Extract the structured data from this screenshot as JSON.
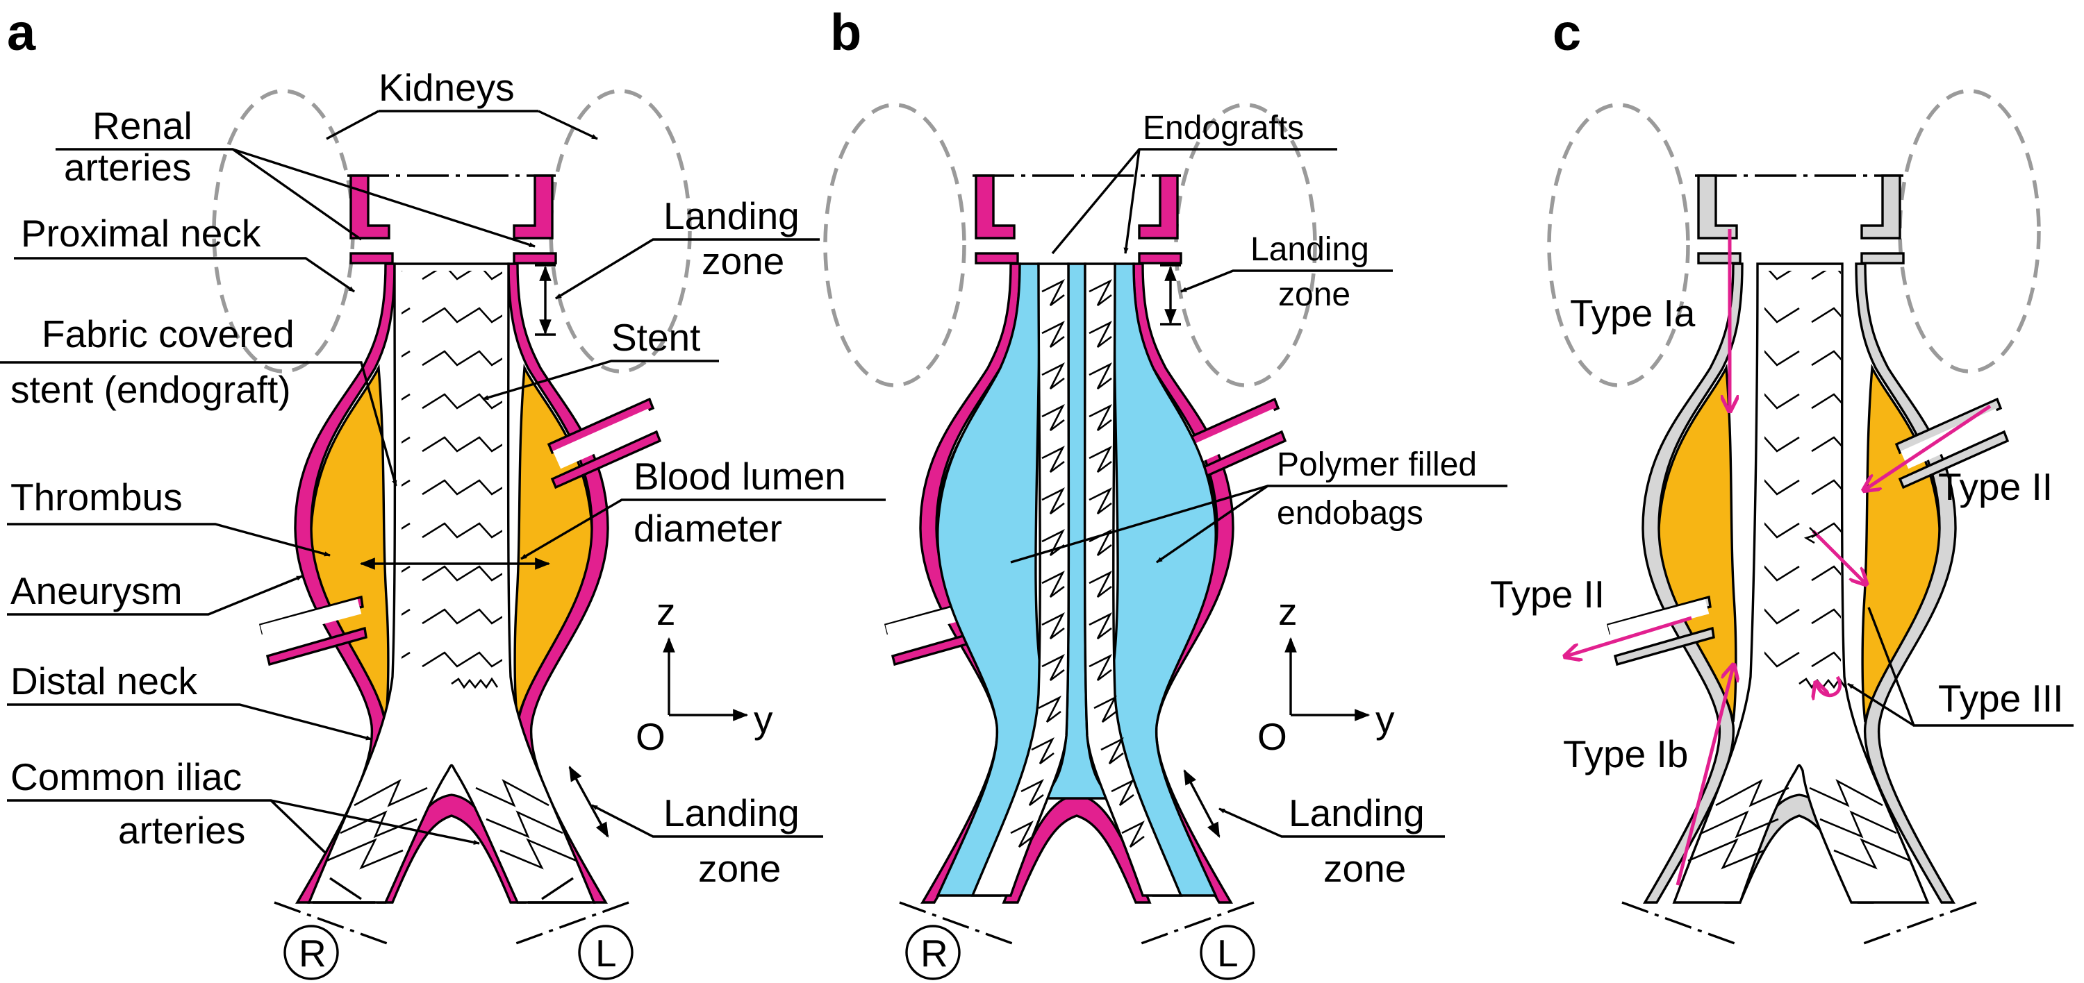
{
  "panels": {
    "a": {
      "letter": "a",
      "kidneys": "Kidneys",
      "renal_1": "Renal",
      "renal_2": "arteries",
      "proximal_neck": "Proximal neck",
      "landing_top_1": "Landing",
      "landing_top_2": "zone",
      "fabric_1": "Fabric covered",
      "fabric_2": "stent (endograft)",
      "stent": "Stent",
      "thrombus": "Thrombus",
      "blood_1": "Blood lumen",
      "blood_2": "diameter",
      "aneurysm": "Aneurysm",
      "distal_neck": "Distal neck",
      "iliac_1": "Common iliac",
      "iliac_2": "arteries",
      "landing_bot_1": "Landing",
      "landing_bot_2": "zone",
      "axis_z": "z",
      "axis_o": "O",
      "axis_y": "y",
      "right_marker": "R",
      "left_marker": "L"
    },
    "b": {
      "letter": "b",
      "endografts": "Endografts",
      "landing_top_1": "Landing",
      "landing_top_2": "zone",
      "polymer_1": "Polymer filled",
      "polymer_2": "endobags",
      "landing_bot_1": "Landing",
      "landing_bot_2": "zone",
      "axis_z": "z",
      "axis_o": "O",
      "axis_y": "y",
      "right_marker": "R",
      "left_marker": "L"
    },
    "c": {
      "letter": "c",
      "type_ia": "Type Ia",
      "type_ii_right": "Type II",
      "type_ii_left": "Type II",
      "type_iii": "Type III",
      "type_ib": "Type Ib"
    }
  },
  "colors": {
    "vessel_wall": "#e2208f",
    "thrombus": "#f7b514",
    "endobag": "#7fd6f2",
    "kidney_outline": "#9a9a9a",
    "endoleak_arrow": "#e2208f",
    "vessel_wall_panel_c": "#d6d6d6"
  }
}
